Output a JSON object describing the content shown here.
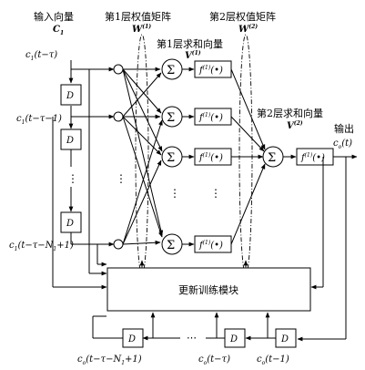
{
  "header": {
    "input_vector": "输入向量",
    "input_symbol": "C",
    "input_sub": "1",
    "layer1_matrix": "第1层权值矩阵",
    "layer1_symbol": "W",
    "layer1_sup": "(1)",
    "layer2_matrix": "第2层权值矩阵",
    "layer2_symbol": "W",
    "layer2_sup": "(2)",
    "layer1_sum": "第1层求和向量",
    "layer1_sum_symbol": "V",
    "layer1_sum_sup": "(1)",
    "layer2_sum": "第2层求和向量",
    "layer2_sum_symbol": "V",
    "layer2_sum_sup": "(2)",
    "output": "输出",
    "output_symbol": "c",
    "output_sub": "o",
    "output_arg": "(t)"
  },
  "inputs": [
    {
      "text": "c",
      "sub": "1",
      "arg": "(t−τ)"
    },
    {
      "text": "c",
      "sub": "1",
      "arg": "(t−τ−1)"
    },
    {
      "text": "c",
      "sub": "1",
      "arg": "(t−τ−N"
    },
    {
      "arg_tail_sub": "1",
      "arg_tail": "+1)"
    }
  ],
  "delay_label": "D",
  "sum_symbol": "Σ",
  "activation": {
    "f": "f",
    "sup": "(1)",
    "arg": "(•)"
  },
  "update_module": "更新训练模块",
  "feedback": [
    {
      "text": "c",
      "sub": "o",
      "arg": "(t−τ−N",
      "tail_sub": "1",
      "tail": "+1)"
    },
    {
      "text": "c",
      "sub": "o",
      "arg": "(t−τ)"
    },
    {
      "text": "c",
      "sub": "o",
      "arg": "(t−1)"
    }
  ],
  "ellipsis": "⋮"
}
